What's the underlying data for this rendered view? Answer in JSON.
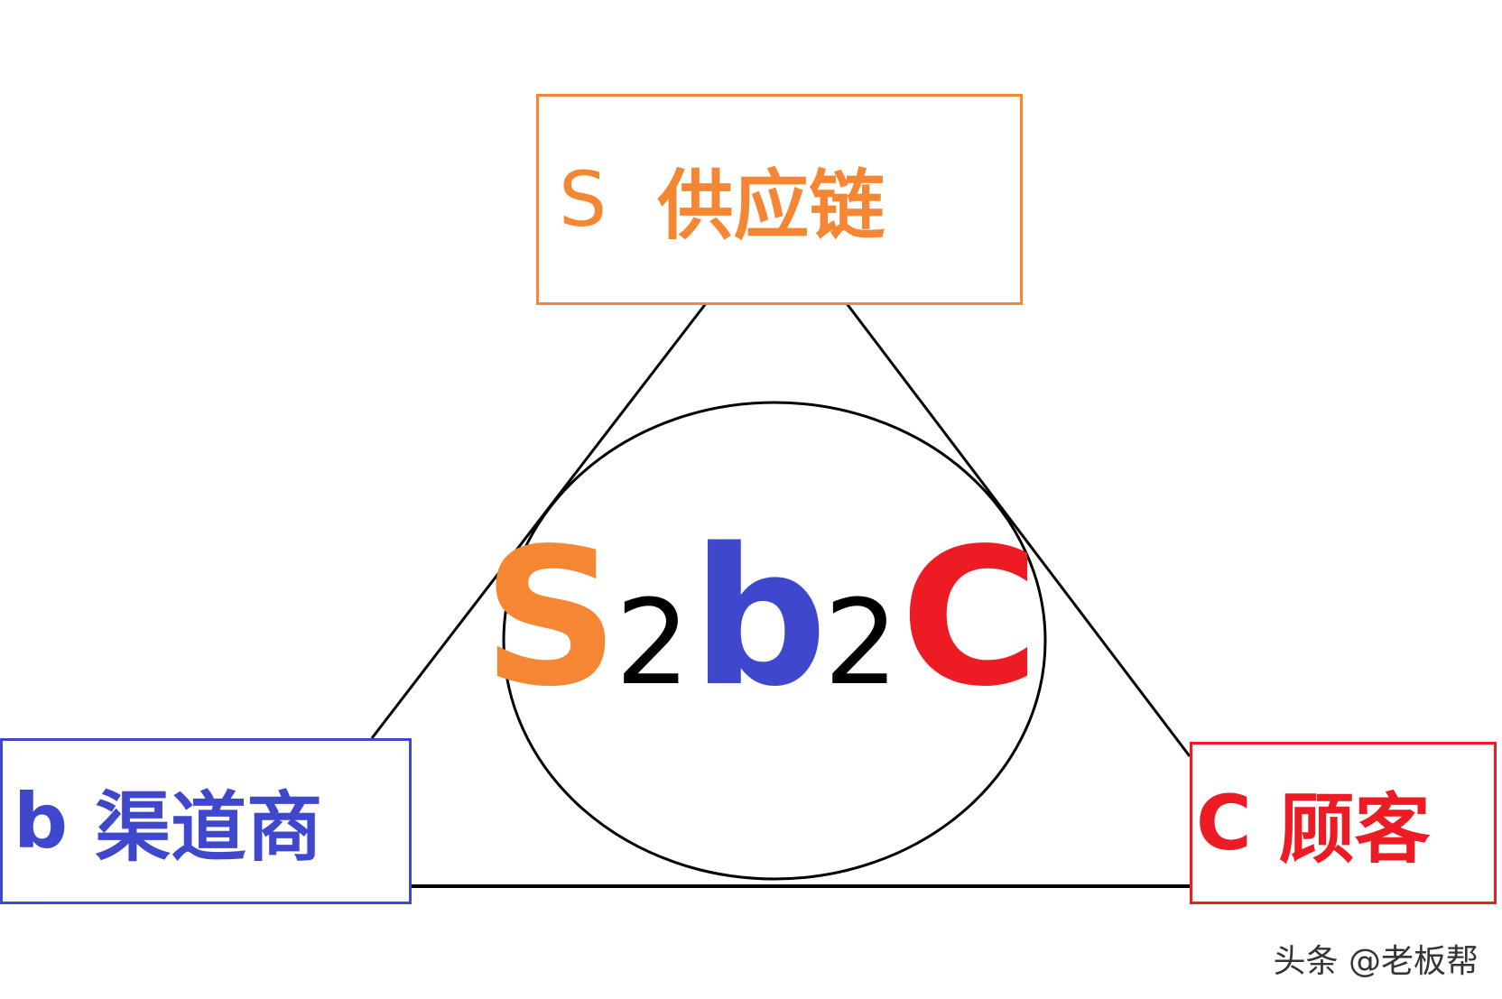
{
  "colors": {
    "supply": "#f58634",
    "channel": "#3f48cc",
    "customer": "#ed1c24",
    "line": "#000000"
  },
  "nodes": {
    "supply": {
      "letter": "S",
      "label": "供应链"
    },
    "channel": {
      "letter": "b",
      "label": "渠道商"
    },
    "customer": {
      "letter": "C",
      "label": "顾客"
    }
  },
  "center": {
    "s": "S",
    "two_a": "2",
    "b": "b",
    "two_b": "2",
    "c": "C"
  },
  "watermark": "头条 @老板帮"
}
